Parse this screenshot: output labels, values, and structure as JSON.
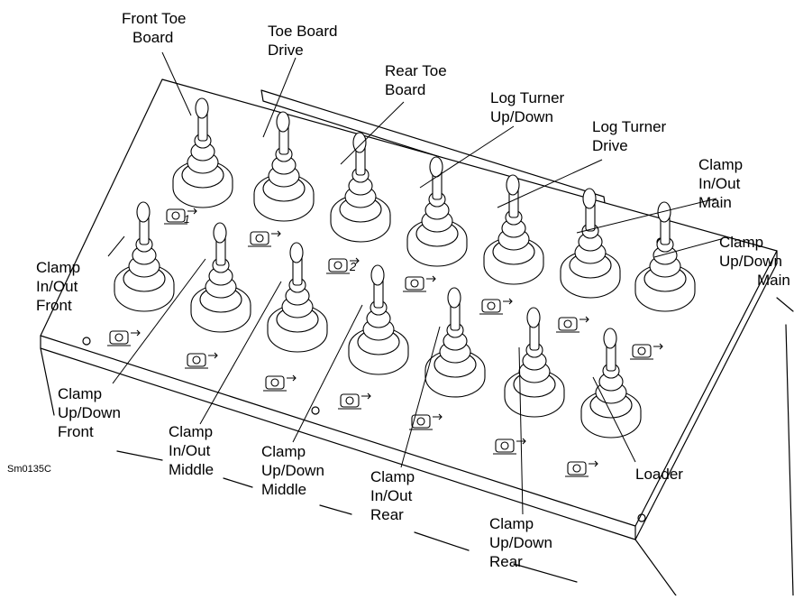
{
  "figure_id": "Sm0135C",
  "labels": {
    "front_toe_board": [
      "Front Toe",
      "Board"
    ],
    "toe_board_drive": [
      "Toe Board",
      "Drive"
    ],
    "rear_toe_board": [
      "Rear Toe",
      "Board"
    ],
    "log_turner_updown": [
      "Log Turner",
      "Up/Down"
    ],
    "log_turner_drive": [
      "Log Turner",
      "Drive"
    ],
    "clamp_inout_main": [
      "Clamp",
      "In/Out",
      "Main"
    ],
    "clamp_updown_main": [
      "Clamp",
      "Up/Down",
      "Main"
    ],
    "clamp_inout_front": [
      "Clamp",
      "In/Out",
      "Front"
    ],
    "clamp_updown_front": [
      "Clamp",
      "Up/Down",
      "Front"
    ],
    "clamp_inout_middle": [
      "Clamp",
      "In/Out",
      "Middle"
    ],
    "clamp_updown_middle": [
      "Clamp",
      "Up/Down",
      "Middle"
    ],
    "clamp_inout_rear": [
      "Clamp",
      "In/Out",
      "Rear"
    ],
    "clamp_updown_rear": [
      "Clamp",
      "Up/Down",
      "Rear"
    ],
    "loader": [
      "Loader"
    ]
  },
  "panel_marks": {
    "toe_board_1": "1",
    "toe_board_2": "2"
  },
  "colors": {
    "line": "#000000",
    "boot_fill": "#ffffff",
    "background": "#ffffff"
  }
}
